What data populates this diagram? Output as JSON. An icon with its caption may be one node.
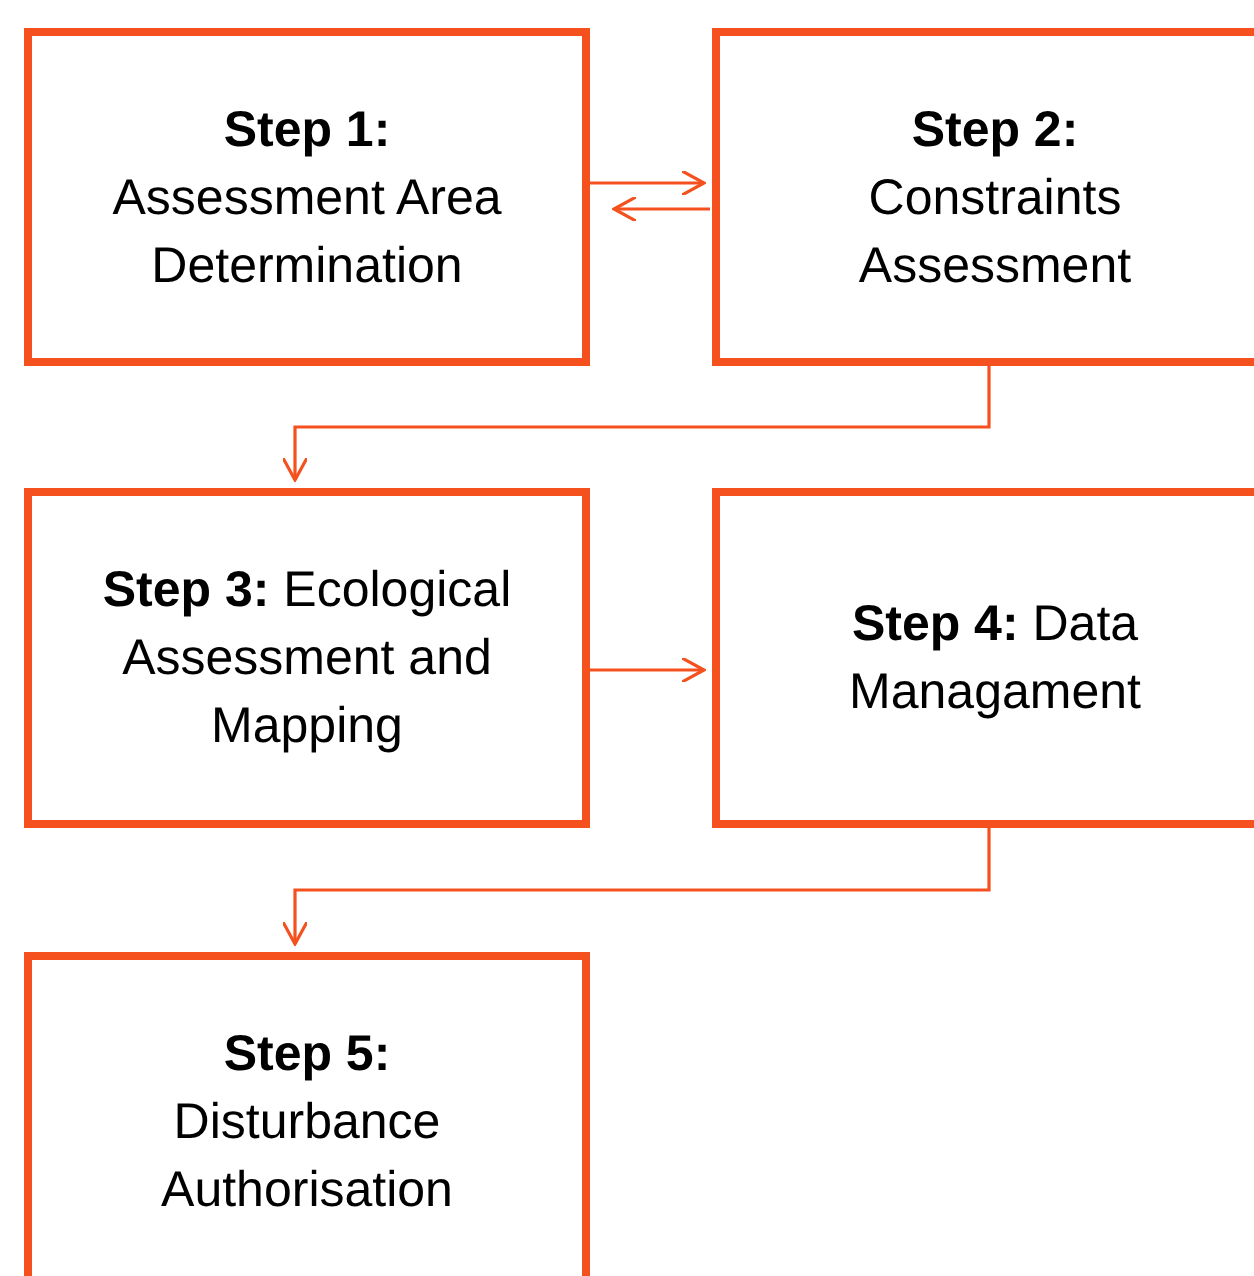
{
  "diagram": {
    "nodes": [
      {
        "text": [
          "Step 1:",
          "Assessment Area Determination"
        ]
      },
      {
        "text": [
          "Step 2:",
          "Constraints Assessment"
        ]
      },
      {
        "text": [
          "**Step 3:** Ecological Assessment and Mapping"
        ]
      },
      {
        "text": [
          "**Step 4:** Data Managament"
        ]
      },
      {
        "text": [
          "Step 5:",
          "Disturbance Authorisation"
        ]
      }
    ],
    "edges": [
      {
        "from": 0,
        "to": 1,
        "arrow": "to"
      },
      {
        "from": 1,
        "to": 0,
        "arrow": "to"
      },
      {
        "from": 1,
        "to": 2,
        "arrow": "to"
      },
      {
        "from": 2,
        "to": 3,
        "arrow": "to"
      },
      {
        "from": 3,
        "to": 4,
        "arrow": "to"
      }
    ]
  }
}
